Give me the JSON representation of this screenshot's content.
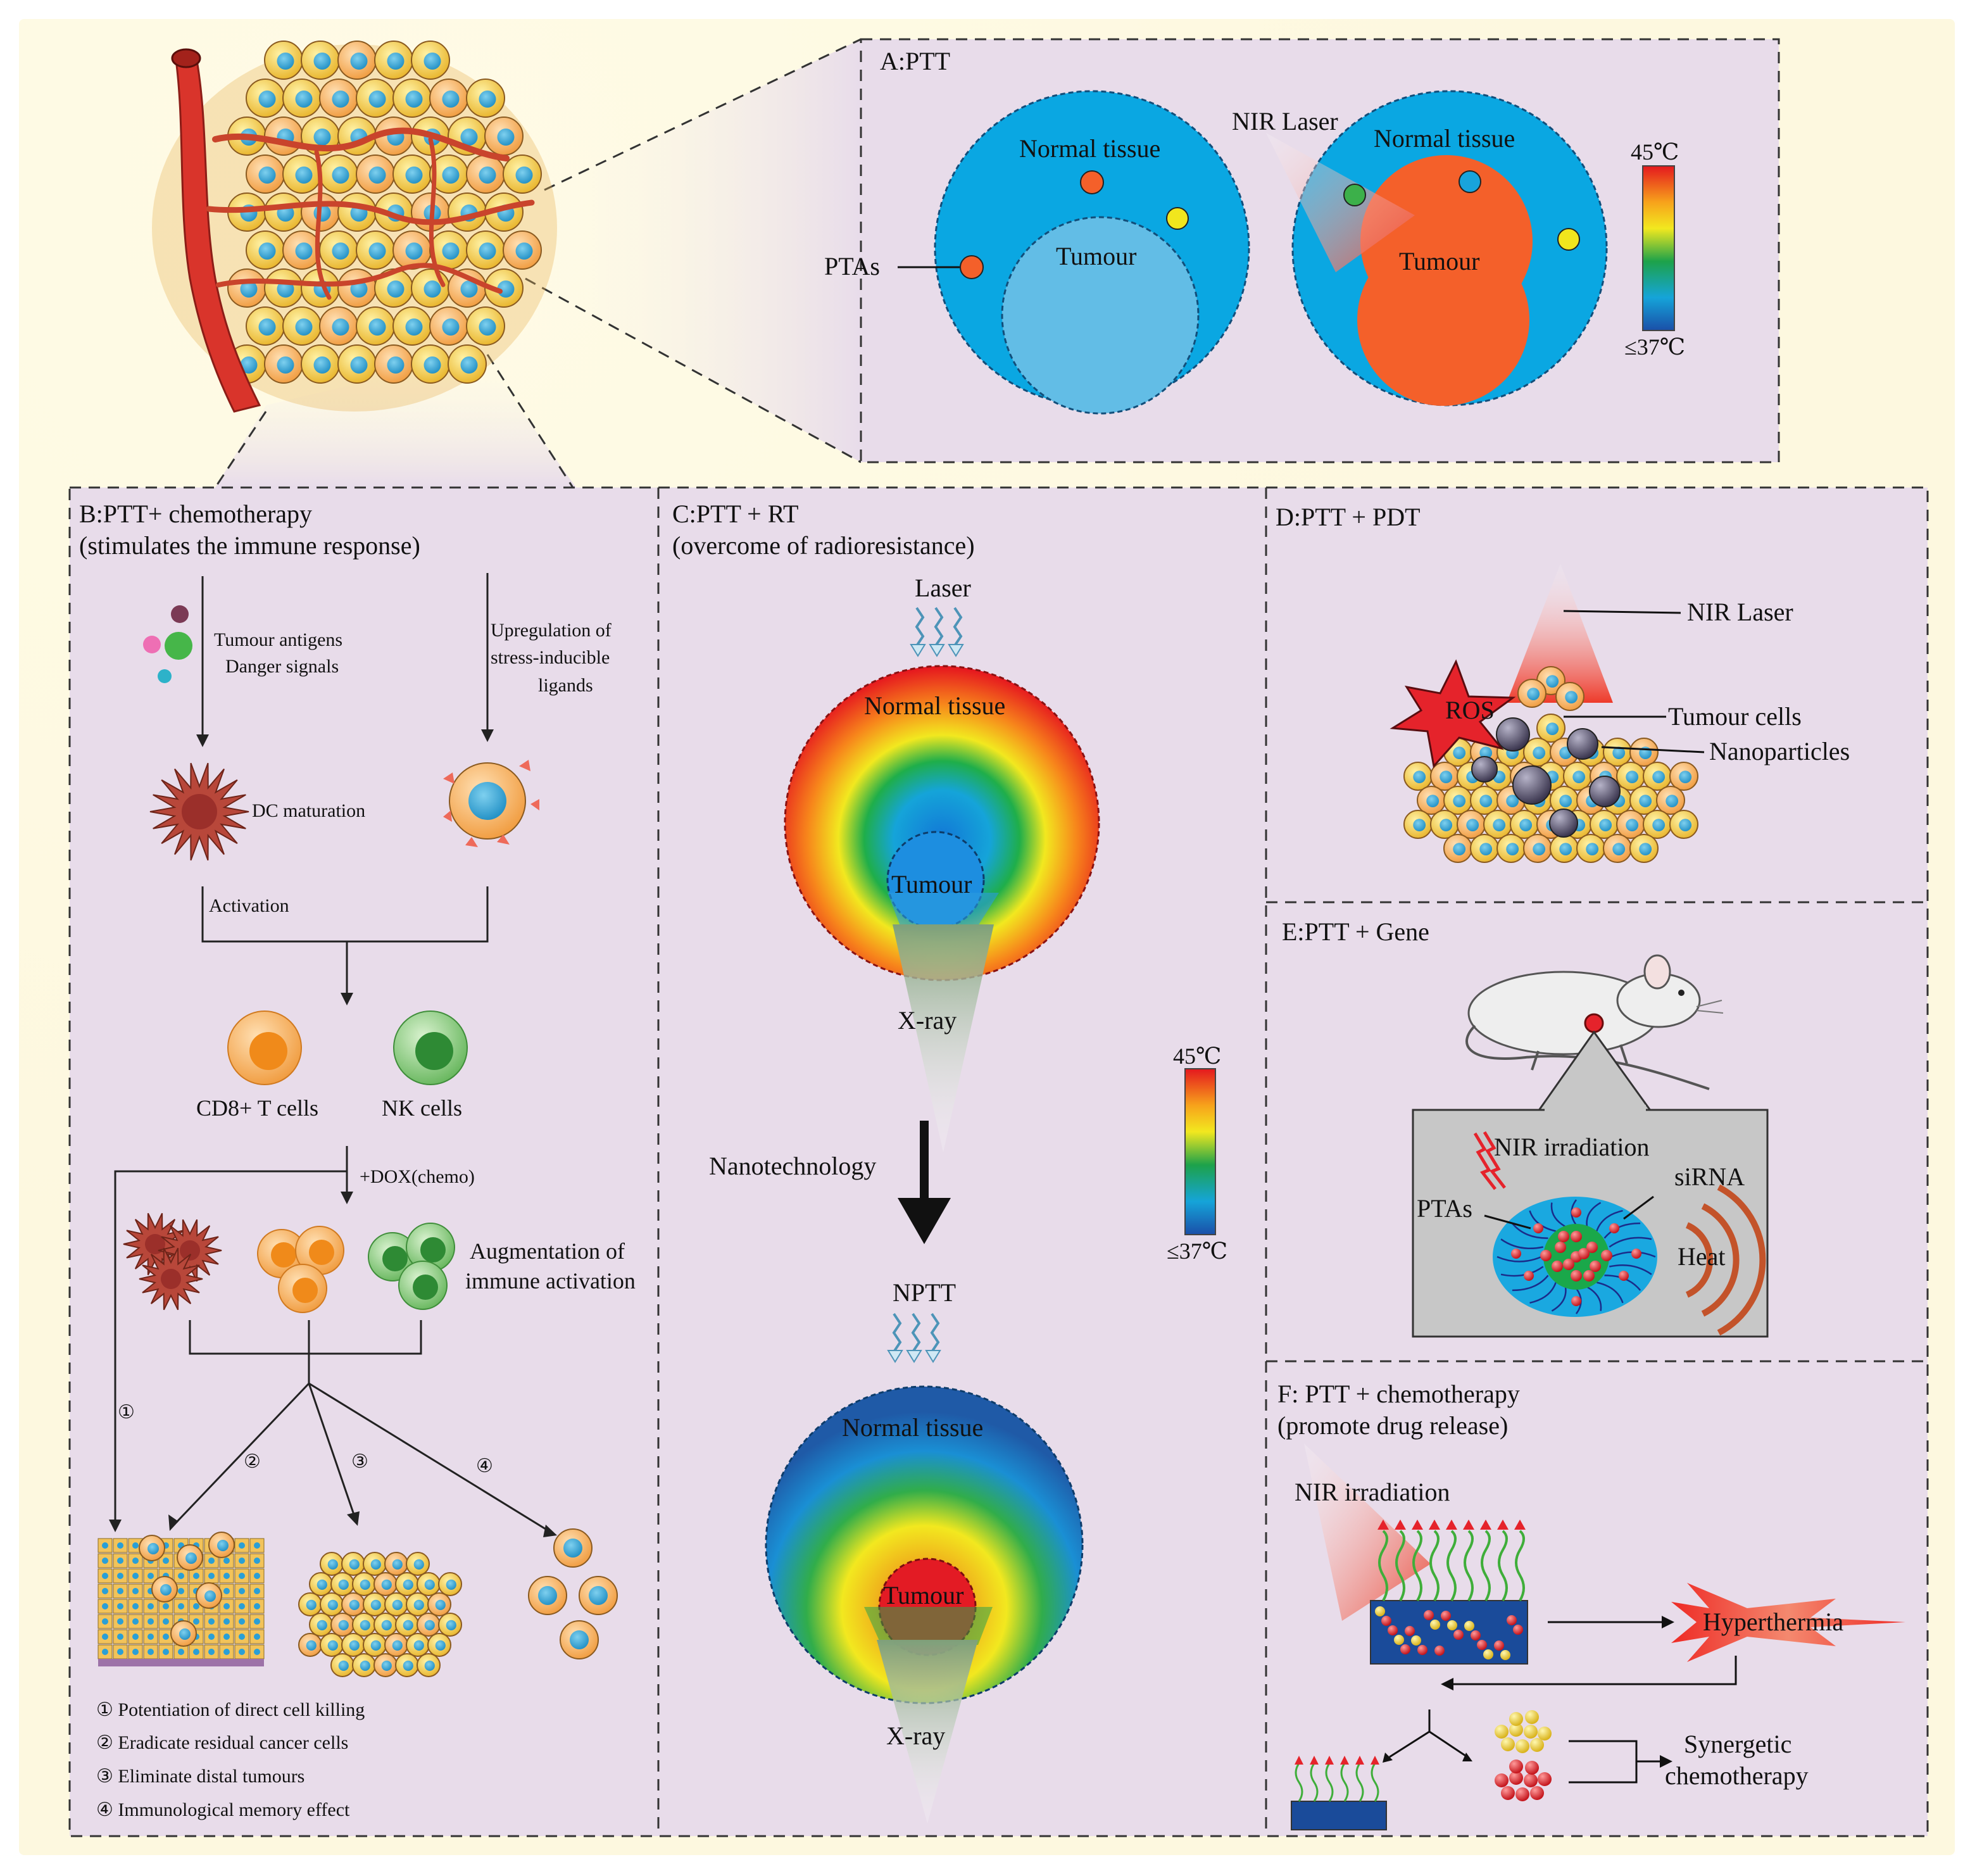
{
  "panelA": {
    "title": "A:PTT",
    "normal1": "Normal tissue",
    "tumour1": "Tumour",
    "ptas": "PTAs",
    "laser": "NIR Laser",
    "normal2": "Normal tissue",
    "tumour2": "Tumour",
    "scale_top": "45℃",
    "scale_bottom": "≤37℃"
  },
  "panelB": {
    "title1": "B:PTT+ chemotherapy",
    "title2": "(stimulates the immune response)",
    "antigens1": "Tumour antigens",
    "antigens2": "Danger signals",
    "upreg1": "Upregulation of",
    "upreg2": "stress-inducible",
    "upreg3": "ligands",
    "dc": "DC maturation",
    "activation": "Activation",
    "cd8": "CD8+ T cells",
    "nk": "NK cells",
    "dox": "+DOX(chemo)",
    "aug1": "Augmentation of",
    "aug2": "immune activation",
    "n1": "①",
    "n2": "②",
    "n3": "③",
    "n4": "④",
    "list": [
      "① Potentiation of direct cell killing",
      "② Eradicate residual cancer cells",
      "③ Eliminate distal tumours",
      "④ Immunological memory effect"
    ]
  },
  "panelC": {
    "title1": "C:PTT + RT",
    "title2": "(overcome of radioresistance)",
    "laser": "Laser",
    "normal1": "Normal tissue",
    "tumour1": "Tumour",
    "xray1": "X-ray",
    "nanotech": "Nanotechnology",
    "nptt": "NPTT",
    "normal2": "Normal tissue",
    "tumour2": "Tumour",
    "xray2": "X-ray",
    "scale_top": "45℃",
    "scale_bottom": "≤37℃"
  },
  "panelD": {
    "title": "D:PTT + PDT",
    "laser": "NIR Laser",
    "ros": "ROS",
    "cells": "Tumour cells",
    "nano": "Nanoparticles"
  },
  "panelE": {
    "title": "E:PTT + Gene",
    "nir": "NIR irradiation",
    "sirna": "siRNA",
    "ptas": "PTAs",
    "heat": "Heat"
  },
  "panelF": {
    "title1": "F: PTT + chemotherapy",
    "title2": "(promote drug release)",
    "nir": "NIR irradiation",
    "hyper": "Hyperthermia",
    "syn1": "Synergetic",
    "syn2": "chemotherapy"
  },
  "colors": {
    "background": "#fdfbe8",
    "panel": "#e8dcea",
    "tissue_blue": "#0aa7e2",
    "tumour_orange": "#f4602a",
    "vessel_red": "#d9342b"
  }
}
